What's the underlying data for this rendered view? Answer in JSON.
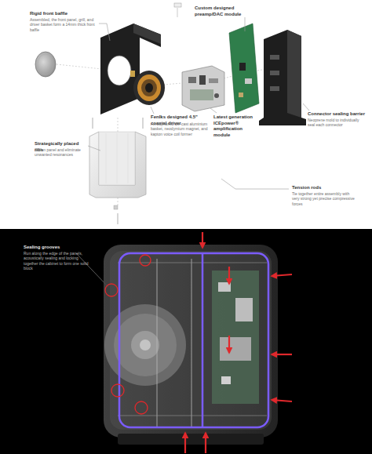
{
  "diagram": {
    "labels": [
      "Rigid front baffle",
      "Assembled, the front panel, grill, and driver basket form a 14mm thick front baffle",
      "Custom designed preamp/DAC module",
      "Fenlks designed 4.5\" coaxial driver",
      "Aerodynamic die-cast aluminium basket, neodymium magnet, and kapton voice coil former",
      "Latest generation ICEpower® amplification module",
      "Connector sealing barrier",
      "Neoprene mold to individually seal each connector",
      "Strategically placed ribs",
      "Stiffen panel and eliminate unwanted resonances",
      "Tension rods",
      "Tie together entire assembly with very strong yet precise compressive forces",
      "Sealing grooves",
      "Run along the edge of the panels, acoustically sealing and locking together the cabinet to form one solid block"
    ]
  }
}
